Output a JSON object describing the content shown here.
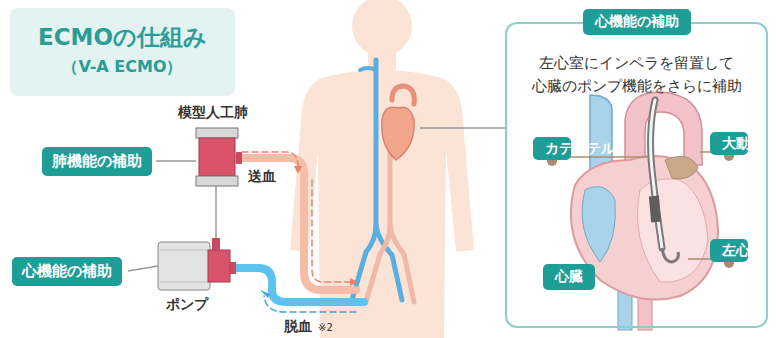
{
  "diagram": {
    "nodes": [
      {
        "text": [
          "ECMOの仕組み",
          "（V-A ECMO）"
        ]
      },
      {
        "text": [
          "肺機能の補助"
        ]
      },
      {
        "text": [
          "心機能の補助"
        ]
      },
      {
        "text": [
          "心機能の補助",
          "左心室にインペラを留置して 心臓のポンプ機能をさらに補助"
        ]
      },
      {
        "text": [
          "カテーテル"
        ],
        "in": 3
      },
      {
        "text": [
          "大動脈"
        ],
        "in": 3
      },
      {
        "text": [
          "左心室"
        ],
        "in": 3
      },
      {
        "text": [
          "心臓"
        ],
        "in": 3
      }
    ],
    "labels": [
      "模型人工肺",
      "送血",
      "ポンプ",
      "脱血",
      "※2"
    ]
  }
}
